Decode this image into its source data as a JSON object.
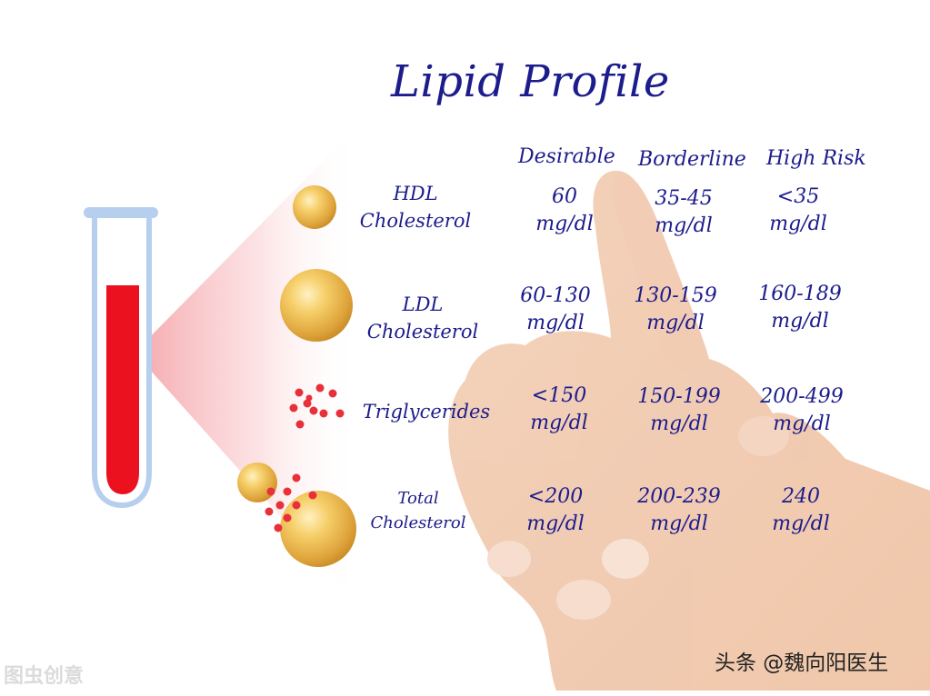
{
  "title": "Lipid Profile",
  "columns": [
    "Desirable",
    "Borderline",
    "High Risk"
  ],
  "rows": [
    {
      "name_line1": "HDL",
      "name_line2": "Cholesterol",
      "values": [
        {
          "top": "60",
          "unit": "mg/dl"
        },
        {
          "top": "35-45",
          "unit": "mg/dl"
        },
        {
          "top": "<35",
          "unit": "mg/dl"
        }
      ]
    },
    {
      "name_line1": "LDL",
      "name_line2": "Cholesterol",
      "values": [
        {
          "top": "60-130",
          "unit": "mg/dl"
        },
        {
          "top": "130-159",
          "unit": "mg/dl"
        },
        {
          "top": "160-189",
          "unit": "mg/dl"
        }
      ]
    },
    {
      "name_line1": "Triglycerides",
      "name_line2": "",
      "values": [
        {
          "top": "<150",
          "unit": "mg/dl"
        },
        {
          "top": "150-199",
          "unit": "mg/dl"
        },
        {
          "top": "200-499",
          "unit": "mg/dl"
        }
      ]
    },
    {
      "name_line1": "Total",
      "name_line2": "Cholesterol",
      "values": [
        {
          "top": "<200",
          "unit": "mg/dl"
        },
        {
          "top": "200-239",
          "unit": "mg/dl"
        },
        {
          "top": "240",
          "unit": "mg/dl"
        }
      ]
    }
  ],
  "watermark_left": "图虫创意",
  "watermark_right": "头条 @魏向阳医生",
  "colors": {
    "text": "#1c1c8c",
    "blood": "#e8101e",
    "tube": "#b7cfee",
    "particle_gold": "#e6b040",
    "particle_red": "#e8303a"
  }
}
